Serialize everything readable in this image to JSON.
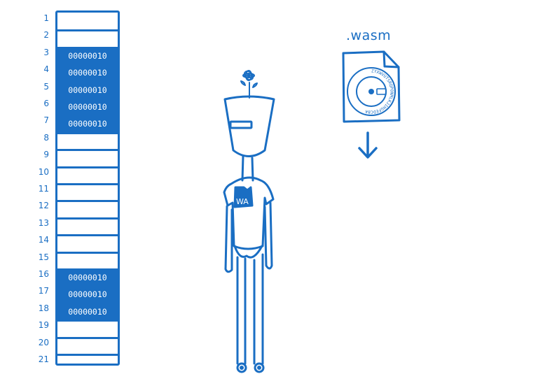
{
  "memory": {
    "row_numbers": [
      "1",
      "2",
      "3",
      "4",
      "5",
      "6",
      "7",
      "8",
      "9",
      "10",
      "11",
      "12",
      "13",
      "14",
      "15",
      "16",
      "17",
      "18",
      "19",
      "20",
      "21"
    ],
    "cells": [
      "",
      "",
      "00000010",
      "00000010",
      "00000010",
      "00000010",
      "00000010",
      "",
      "",
      "",
      "",
      "",
      "",
      "",
      "",
      "00000010",
      "00000010",
      "00000010",
      "",
      "",
      ""
    ]
  },
  "file": {
    "extension_label": ".wasm",
    "ring_letters": "ZYXWVUTSRQPONMLKJIHGFEDCBA"
  },
  "character": {
    "shirt_text": "WA"
  },
  "colors": {
    "accent": "#1a6ec3",
    "background": "#ffffff"
  }
}
